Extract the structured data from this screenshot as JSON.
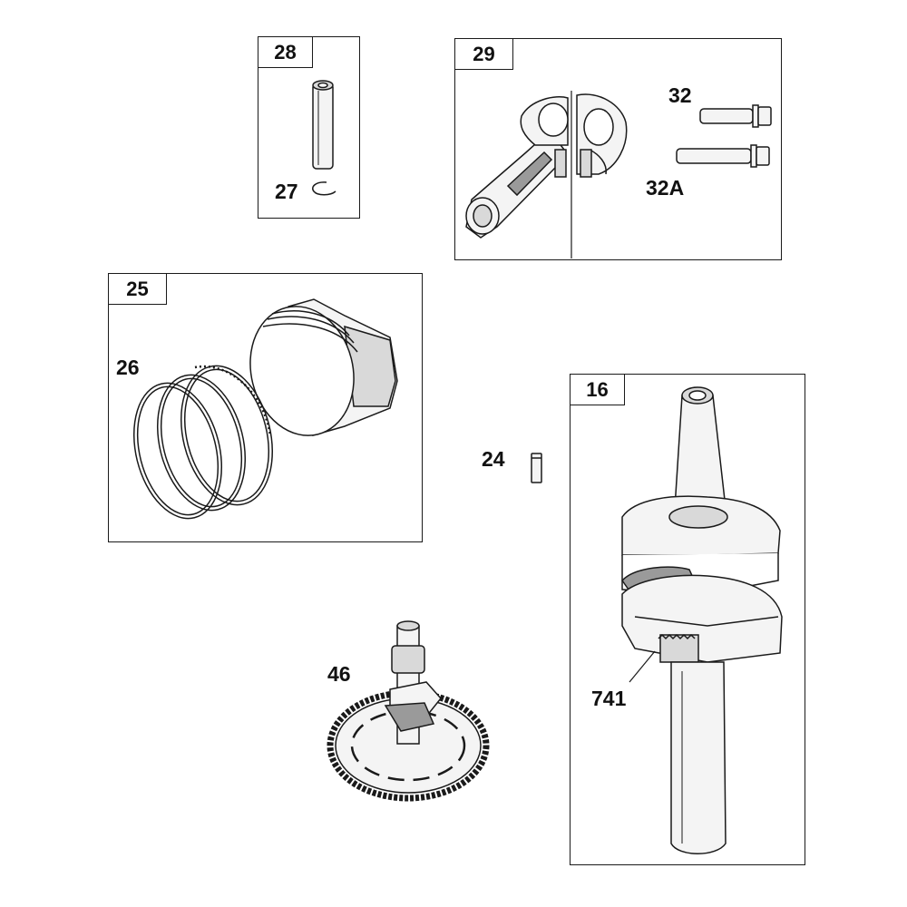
{
  "boxes": {
    "b28": "28",
    "b29": "29",
    "b25": "25",
    "b16": "16"
  },
  "labels": {
    "l27": "27",
    "l32": "32",
    "l32a": "32A",
    "l26": "26",
    "l24": "24",
    "l46": "46",
    "l741": "741"
  },
  "colors": {
    "line": "#1a1a1a",
    "fill_light": "#f4f4f4",
    "fill_mid": "#d9d9d9",
    "fill_dark": "#9a9a9a"
  }
}
